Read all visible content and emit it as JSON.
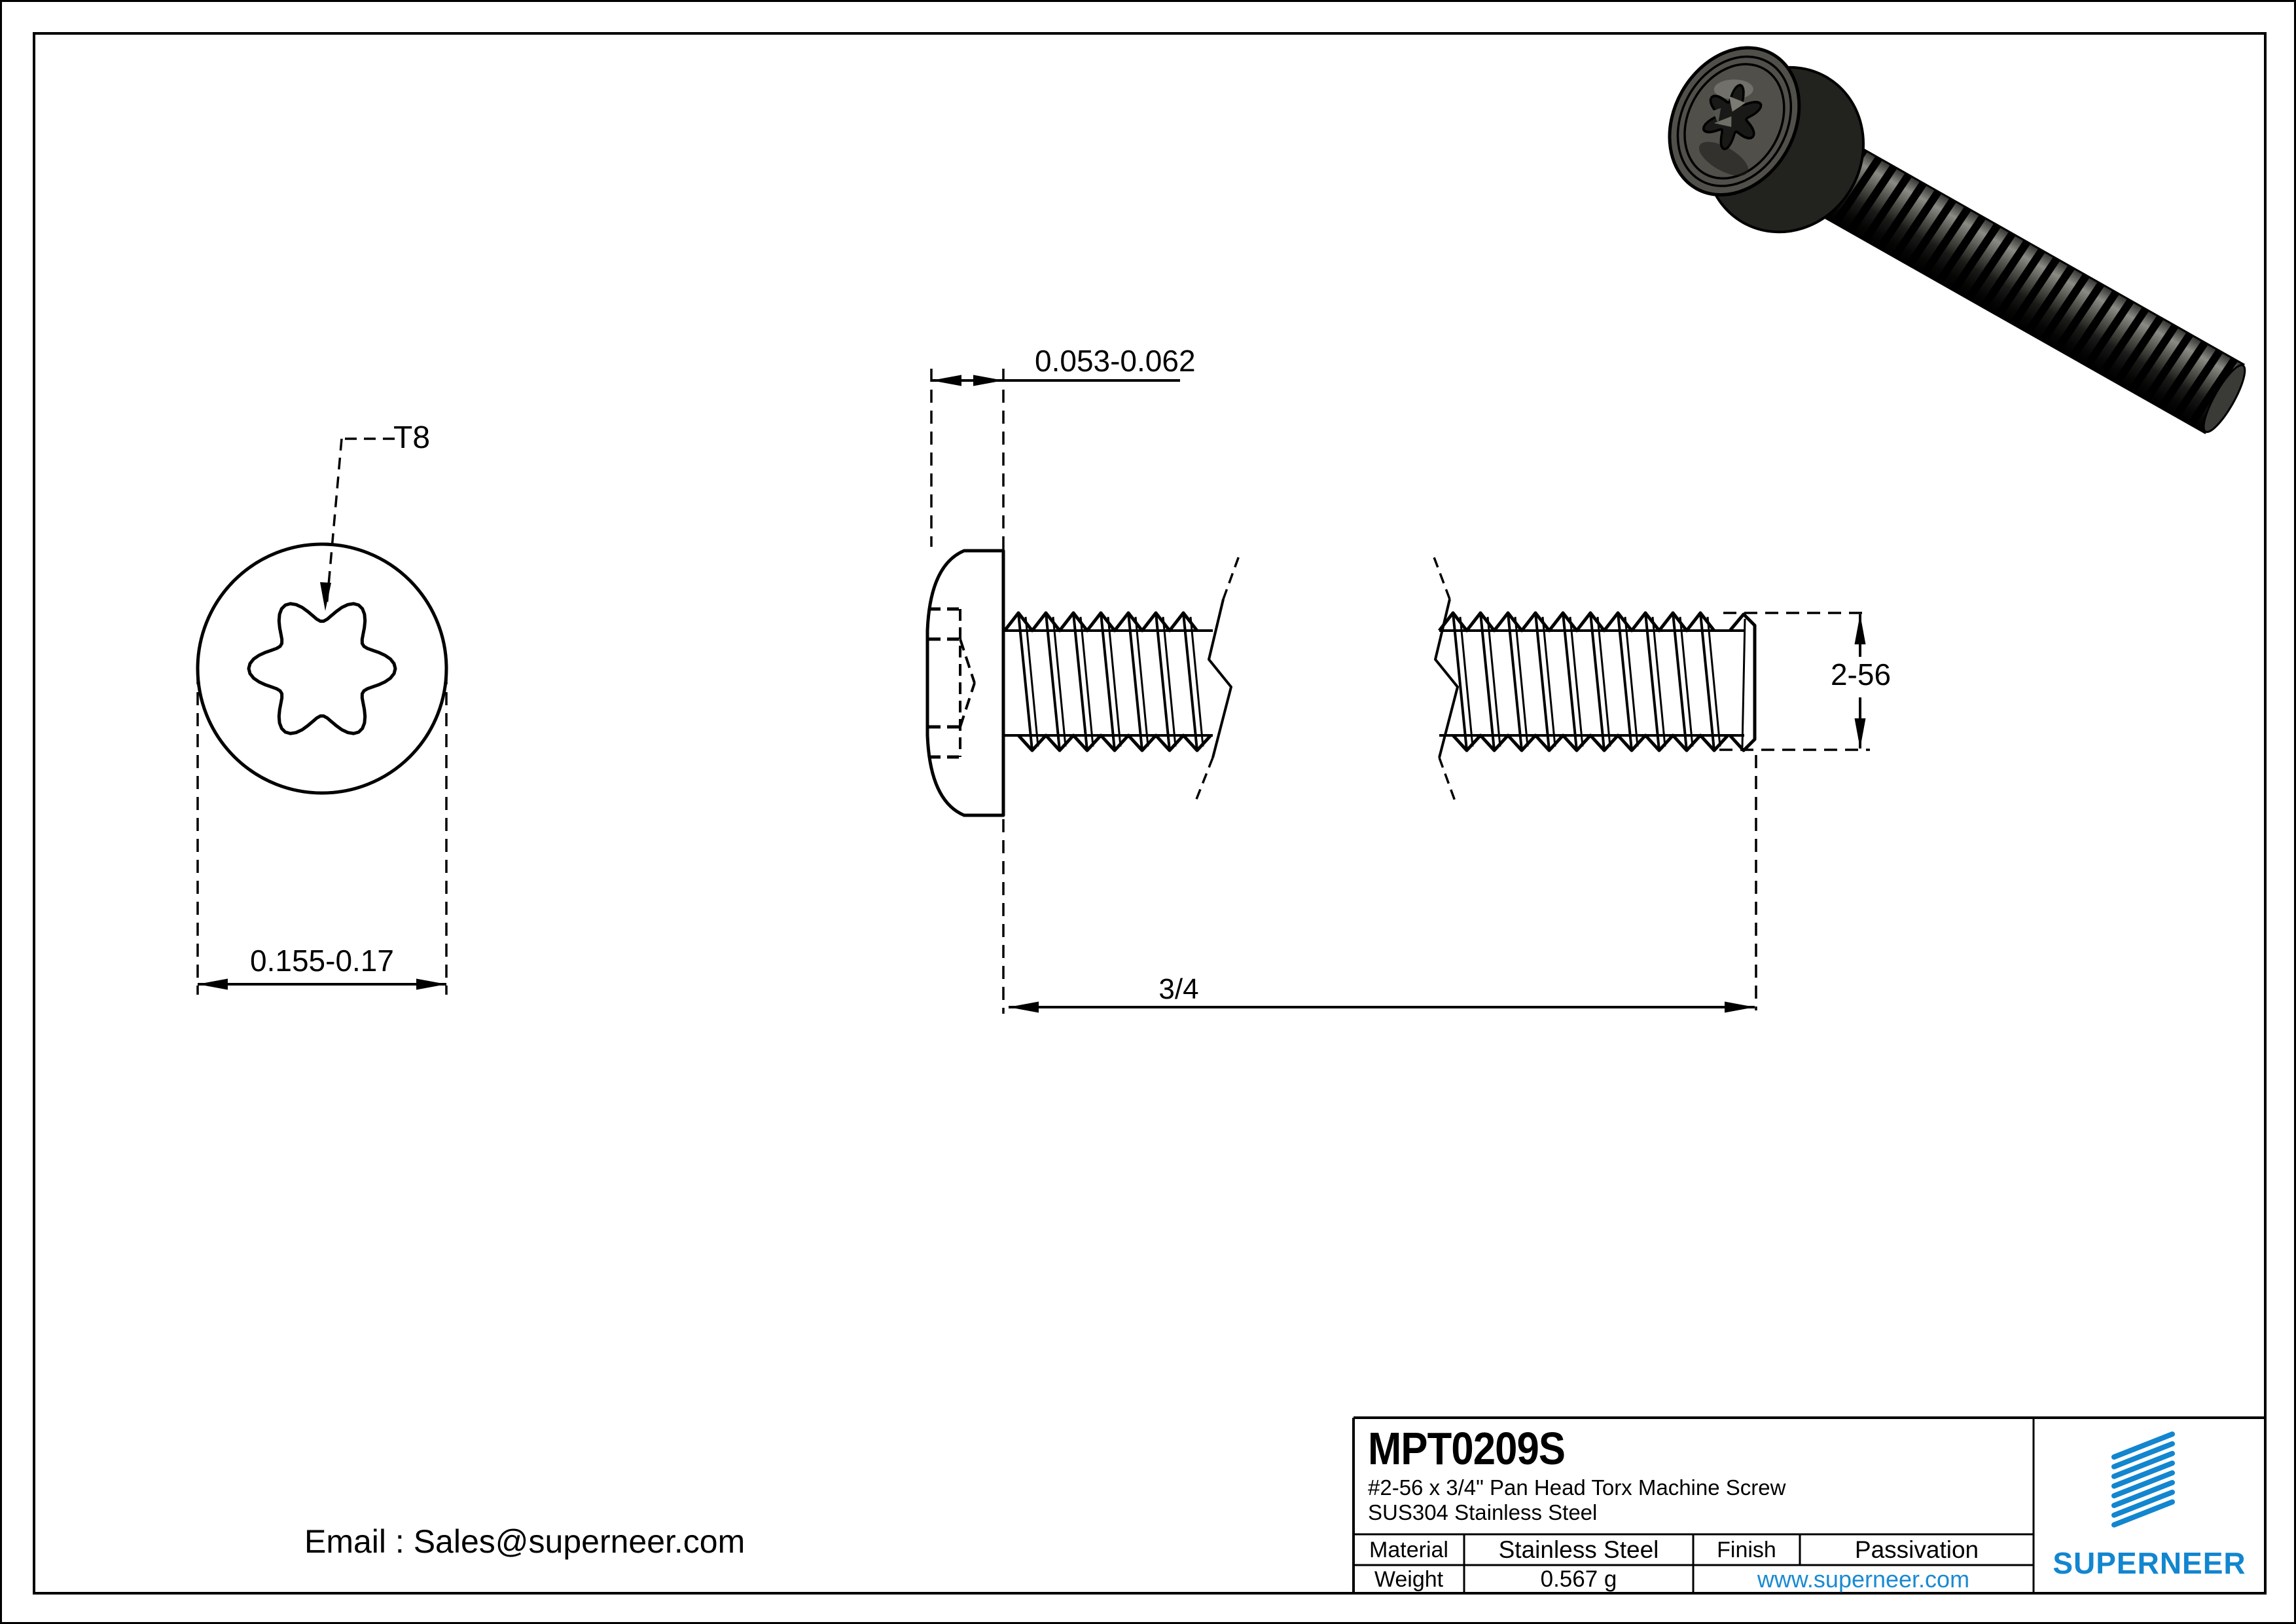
{
  "drawing": {
    "front_view": {
      "torx_label": "T8",
      "head_diameter": "0.155-0.17"
    },
    "side_view": {
      "head_height": "0.053-0.062",
      "thread_size": "2-56",
      "length": "3/4"
    }
  },
  "footer": {
    "email": "Email : Sales@superneer.com"
  },
  "title_block": {
    "part_number": "MPT0209S",
    "description_line1": "#2-56 x 3/4\" Pan Head Torx Machine Screw",
    "description_line2": "SUS304 Stainless Steel",
    "material_label": "Material",
    "material_value": "Stainless Steel",
    "finish_label": "Finish",
    "finish_value": "Passivation",
    "weight_label": "Weight",
    "weight_value": "0.567 g",
    "website": "www.superneer.com",
    "brand": "SUPERNEER",
    "colors": {
      "brand_blue": "#1286cf",
      "link_blue": "#1a8ad2",
      "line_black": "#000000"
    }
  }
}
